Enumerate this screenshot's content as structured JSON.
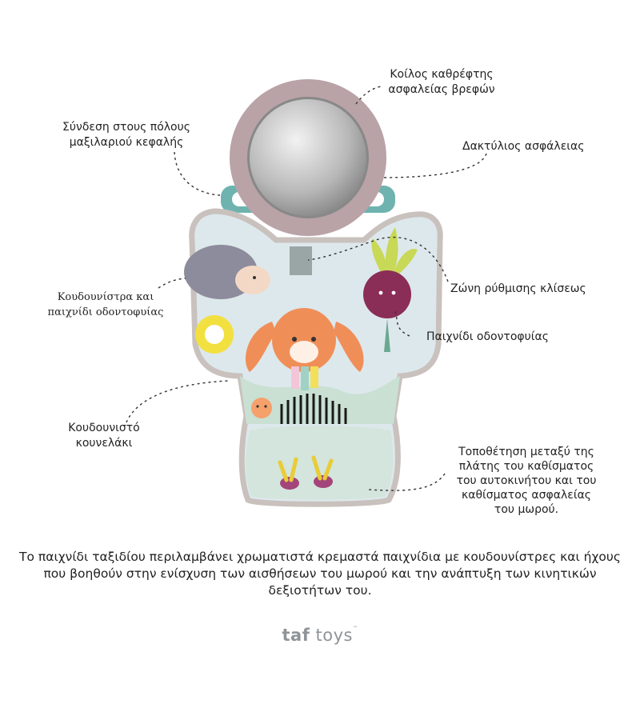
{
  "callouts": {
    "mirror_label": "Κοίλος καθρέφτης\nασφαλείας βρεφών",
    "headrest_label": "Σύνδεση στους πόλους\nμαξιλαριού κεφαλής",
    "ring_label": "Δακτύλιος ασφάλειας",
    "strap_label": "Ζώνη ρύθμισης κλίσεως",
    "rattle_teether_label": "Κουδουνίστρα και\nπαιχνίδι οδοντοφυίας",
    "teether_label": "Παιχνίδι οδοντοφυίας",
    "bunny_label": "Κουδουνιστό\nκουνελάκι",
    "placement_label": "Τοποθέτηση μεταξύ της\nπλάτης του καθίσματος\nτου αυτοκινήτου και του\nκαθίσματος ασφαλείας\nτου μωρού."
  },
  "caption": "Το παιχνίδι ταξιδίου περιλαμβάνει χρωματιστά κρεμαστά παιχνίδια με κουδουνίστρες και ήχους που βοηθούν στην ενίσχυση των αισθήσεων του μωρού και την ανάπτυξη των κινητικών δεξιοτήτων του.",
  "logo": {
    "bold": "taf",
    "light": " toys",
    "mark": "™"
  },
  "colors": {
    "mirror_ring": "#b9a3a7",
    "mat_body": "#dde8ec",
    "mat_border": "#c9c1bd",
    "mat_bottom": "#d3e5dc",
    "bunny": "#f08e58",
    "beet": "#8a2d57",
    "hedgehog": "#8d8c9c",
    "teether_ring": "#f2e040",
    "clip": "#6fb3b0"
  }
}
